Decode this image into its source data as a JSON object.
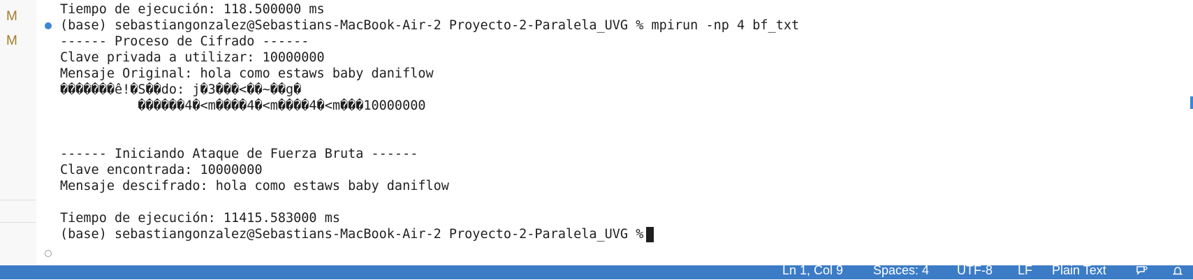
{
  "gutter": {
    "markers": [
      "M",
      "M"
    ]
  },
  "terminal": {
    "lines": [
      "Tiempo de ejecución: 118.500000 ms",
      "(base) sebastiangonzalez@Sebastians-MacBook-Air-2 Proyecto-2-Paralela_UVG % mpirun -np 4 bf_txt",
      "------ Proceso de Cifrado ------",
      "Clave privada a utilizar: 10000000",
      "Mensaje Original: hola como estaws baby daniflow",
      "�������ê!�S��do: j�3���<��~��g�",
      "          ������4�<m����4�<m����4�<m���10000000",
      "------ Iniciando Ataque de Fuerza Bruta ------",
      "Clave encontrada: 10000000",
      "Mensaje descifrado: hola como estaws baby daniflow",
      "Tiempo de ejecución: 11415.583000 ms",
      "(base) sebastiangonzalez@Sebastians-MacBook-Air-2 Proyecto-2-Paralela_UVG %"
    ]
  },
  "statusbar": {
    "position": "Ln 1, Col 9",
    "spaces": "Spaces: 4",
    "encoding": "UTF-8",
    "eol": "LF",
    "language": "Plain Text",
    "feedback_icon": "feedback-icon",
    "bell_icon": "bell-icon"
  },
  "colors": {
    "accent": "#3c7cc6",
    "gutter_marker": "#a47a2c",
    "prompt_dot": "#3b86d6"
  }
}
